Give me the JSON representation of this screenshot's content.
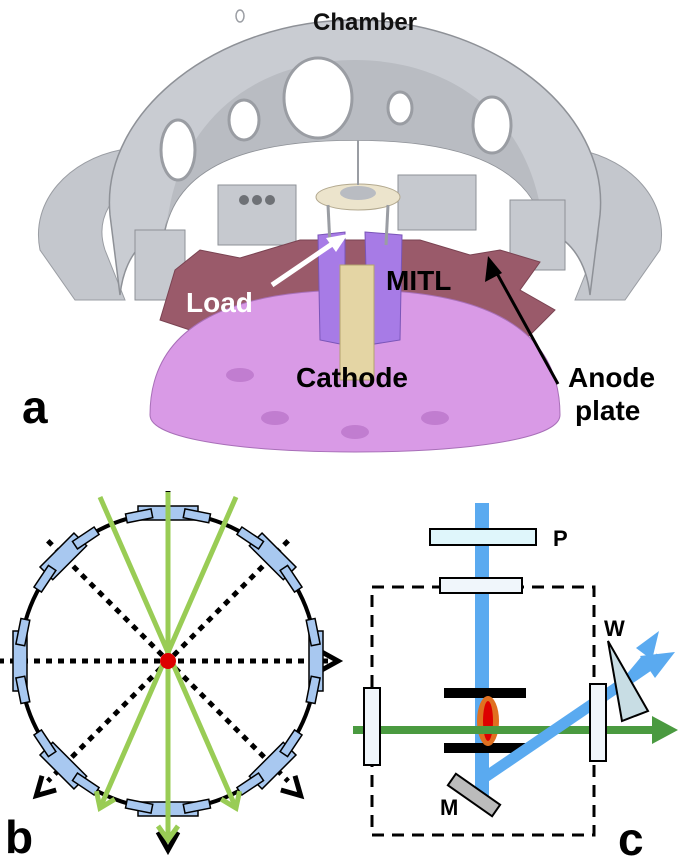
{
  "panel_a": {
    "letter": "a",
    "labels": {
      "chamber": "Chamber",
      "load": "Load",
      "mitl": "MITL",
      "cathode": "Cathode",
      "anode_line1": "Anode",
      "anode_line2": "plate"
    },
    "colors": {
      "chamber": "#c9ccd2",
      "anode_plate": "#9a5a6a",
      "cathode": "#d99ae6",
      "mitl": "#a77be6",
      "load_column": "#e4d5a4"
    }
  },
  "panel_b": {
    "letter": "b",
    "colors": {
      "detector": "#a8c8f0",
      "beam": "#99cc55",
      "center": "#dd0000",
      "ring": "#000000"
    },
    "dotted_axes_count": 4,
    "green_beams_count": 3
  },
  "panel_c": {
    "letter": "c",
    "labels": {
      "p": "P",
      "w": "W",
      "m": "M"
    },
    "colors": {
      "blue_beam": "#5aaaf0",
      "green_beam": "#4a9a40",
      "window": "#f0f6fb",
      "polarizer": "#dff6fb",
      "wedge": "#c8dde4",
      "mirror": "#bbbbbb",
      "plasma_outer": "#e07020",
      "plasma_inner": "#dd0000"
    }
  }
}
